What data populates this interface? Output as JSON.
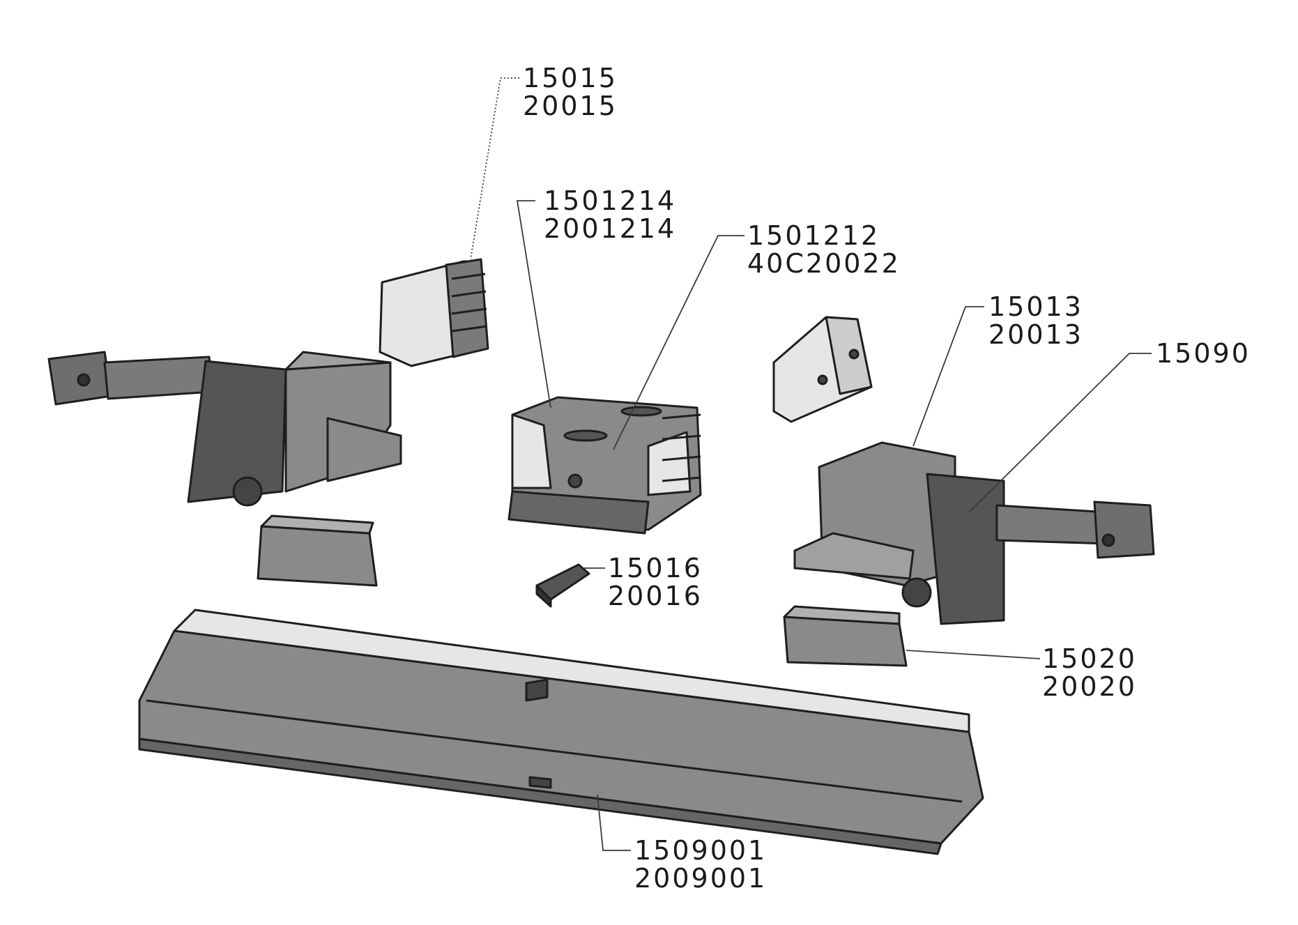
{
  "labels": {
    "top_jaw_plate": {
      "line1": "15015",
      "line2": "20015"
    },
    "center_jaw_key": {
      "line1": "1501214",
      "line2": "2001214"
    },
    "center_body": {
      "line1": "1501212",
      "line2": "40C20022"
    },
    "right_jaw_body": {
      "line1": "15013",
      "line2": "20013"
    },
    "right_screw": {
      "line1": "15090"
    },
    "key_bar": {
      "line1": "15016",
      "line2": "20016"
    },
    "t_nut": {
      "line1": "15020",
      "line2": "20020"
    },
    "base_rail": {
      "line1": "1509001",
      "line2": "2009001"
    }
  },
  "colors": {
    "face_light": "#e6e6e6",
    "face_mid": "#8a8a8a",
    "face_dark": "#555555",
    "edge": "#1e1e1e",
    "leader": "#3a3a3a"
  }
}
